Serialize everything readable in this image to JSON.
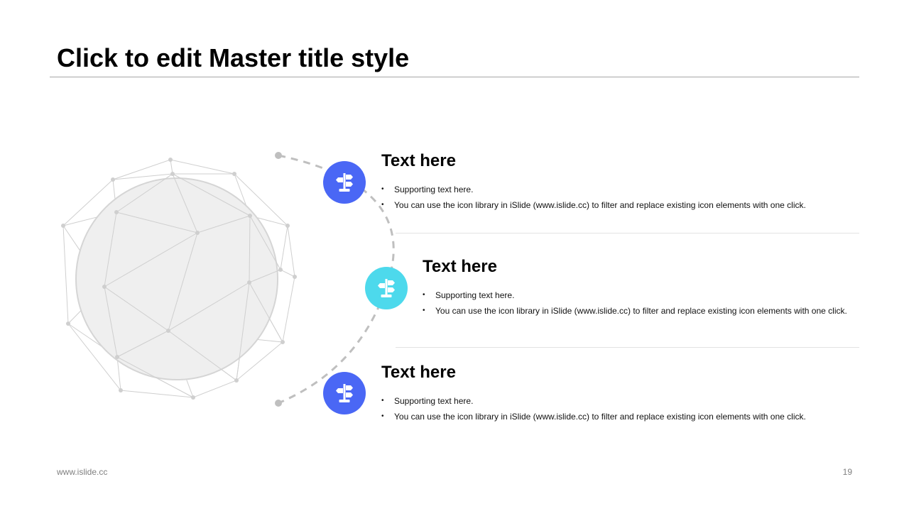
{
  "slide": {
    "title": "Click to edit Master title style"
  },
  "colors": {
    "accent_blue": "#4a67f5",
    "accent_cyan": "#4dd9ec",
    "connector": "#bfbfbf",
    "sphere_fill": "#efefef"
  },
  "items": [
    {
      "heading": "Text here",
      "bullet_1": "Supporting text here.",
      "bullet_2": "You can use the icon library in iSlide  (www.islide.cc) to filter and replace existing icon elements with one click.",
      "icon": "signpost-icon"
    },
    {
      "heading": "Text here",
      "bullet_1": "Supporting text here.",
      "bullet_2": "You can use the icon library in iSlide  (www.islide.cc) to filter and replace existing icon elements with one click.",
      "icon": "signpost-icon"
    },
    {
      "heading": "Text here",
      "bullet_1": "Supporting text here.",
      "bullet_2": "You can use the icon library in iSlide  (www.islide.cc) to filter and replace existing icon elements with one click.",
      "icon": "signpost-icon"
    }
  ],
  "footer": {
    "url": "www.islide.cc",
    "page_number": "19"
  }
}
